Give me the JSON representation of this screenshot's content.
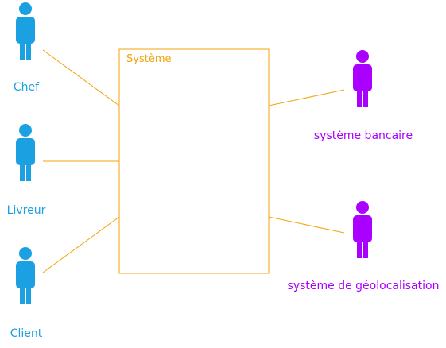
{
  "system": {
    "title": "Système"
  },
  "actors": {
    "chef": "Chef",
    "livreur": "Livreur",
    "client": "Client",
    "bank": "système bancaire",
    "geo": "système de géolocalisation"
  },
  "colors": {
    "primary_actor": "#1ba1e2",
    "secondary_actor": "#aa00ff",
    "system_border": "#f0a30a",
    "association_line": "#f0a30a"
  },
  "icons": {
    "actor": "stick-figure-icon"
  }
}
